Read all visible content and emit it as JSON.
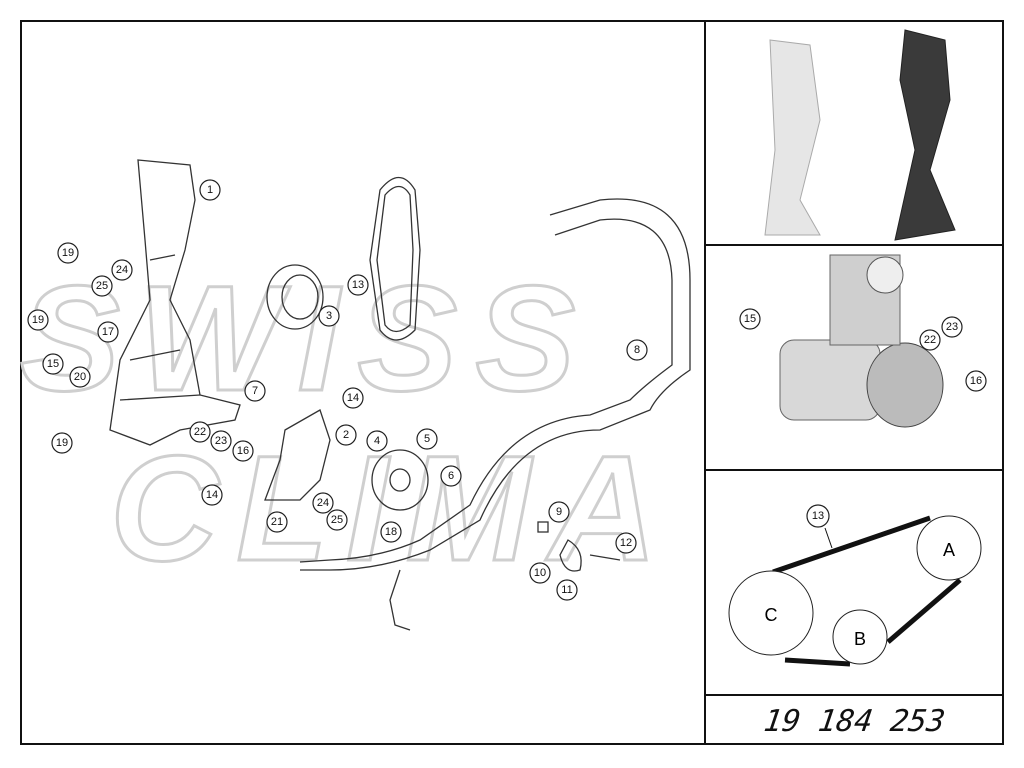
{
  "watermark": {
    "line1": "SWISS",
    "line2": "CLIMA"
  },
  "main_callouts": [
    "1",
    "19",
    "24",
    "25",
    "19",
    "17",
    "15",
    "20",
    "19",
    "7",
    "14",
    "2",
    "22",
    "23",
    "16",
    "14",
    "4",
    "5",
    "6",
    "24",
    "25",
    "21",
    "18",
    "3",
    "13",
    "8",
    "9",
    "10",
    "11",
    "12"
  ],
  "photo_callouts": [
    "15",
    "22",
    "23",
    "16"
  ],
  "belt_diagram": {
    "callout": "13",
    "pulleys": [
      "A",
      "B",
      "C"
    ]
  },
  "part_number": "19 184 253",
  "colors": {
    "border": "#111111",
    "watermark": "#cfcfcf"
  }
}
